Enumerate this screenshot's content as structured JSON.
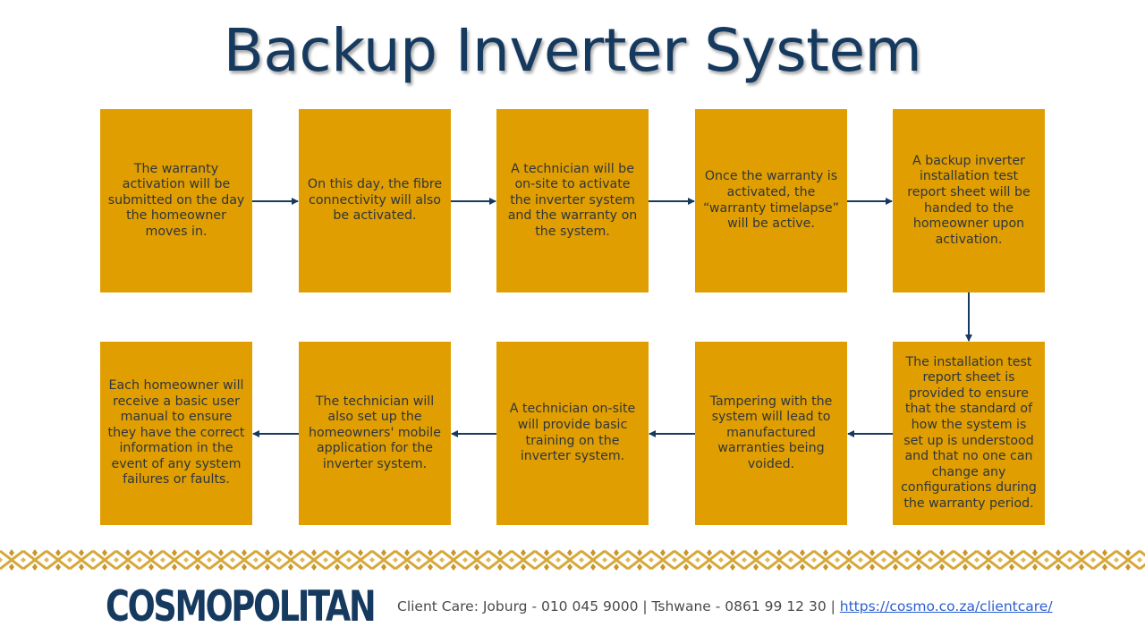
{
  "title": "Backup Inverter System",
  "colors": {
    "box": "#e09e00",
    "arrow": "#163a5f",
    "title": "#163a5f"
  },
  "steps_row1": [
    "The warranty activation will be submitted on the day the homeowner moves in.",
    "On this day, the fibre connectivity will also be activated.",
    "A technician will be on-site to activate the inverter system and the warranty on the system.",
    "Once the warranty is activated, the “warranty timelapse” will be active.",
    "A backup inverter installation test report sheet will be handed to the homeowner upon activation."
  ],
  "steps_row2": [
    "Each homeowner will receive a basic user manual to ensure they have the correct information in the event of any system failures or faults.",
    "The technician will also set up the homeowners' mobile application for the inverter system.",
    "A technician on-site will provide basic training on the inverter system.",
    "Tampering with the system will lead to manufactured warranties being voided.",
    "The installation test report sheet is provided to ensure that the standard of how the system is set up is understood and that no one can change any configurations during the warranty period."
  ],
  "footer": {
    "logo": "COSMOPOLITAN",
    "client_care_label": "Client Care:",
    "contacts": "Joburg - 010 045 9000 | Tshwane - 0861 99 12 30 |",
    "link": "https://cosmo.co.za/clientcare/"
  }
}
